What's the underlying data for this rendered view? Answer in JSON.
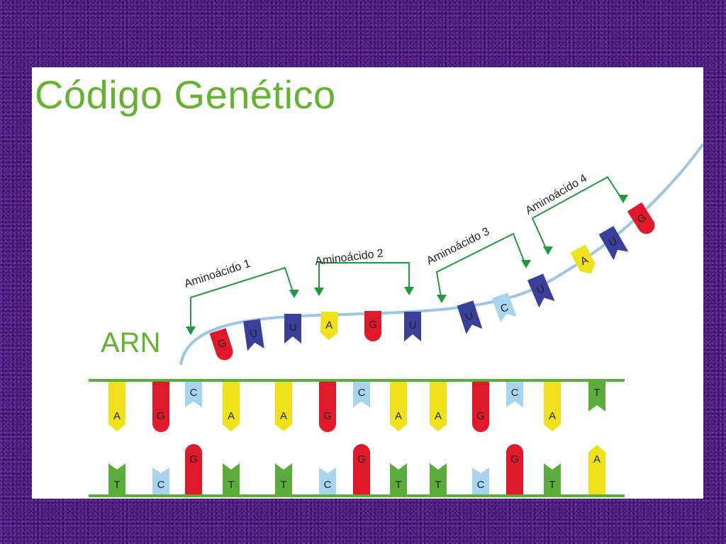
{
  "title": "Código Genético",
  "arn_label": "ARN",
  "colors": {
    "title_green": "#64b32e",
    "backbone_green": "#5aad3a",
    "rna_strand": "#9cc6e4",
    "arrow_green": "#1f9a3c",
    "A": "#f0e21a",
    "G": "#e0192a",
    "C": "#a7d5f0",
    "T": "#5aad3a",
    "U": "#3a3f9a"
  },
  "rna": {
    "bases": [
      "G",
      "U",
      "U",
      "A",
      "G",
      "U",
      "U",
      "C",
      "U",
      "A",
      "U",
      "G"
    ]
  },
  "codons": [
    {
      "label": "Aminoácido 1"
    },
    {
      "label": "Aminoácido 2"
    },
    {
      "label": "Aminoácido 3"
    },
    {
      "label": "Aminoácido 4"
    }
  ],
  "dna": {
    "top_strand": [
      "A",
      "G",
      "C",
      "A",
      "A",
      "G",
      "C",
      "A",
      "A",
      "G",
      "C",
      "A",
      "T"
    ],
    "bottom_strand": [
      "T",
      "C",
      "G",
      "T",
      "T",
      "C",
      "G",
      "T",
      "T",
      "C",
      "G",
      "T",
      "A"
    ]
  }
}
